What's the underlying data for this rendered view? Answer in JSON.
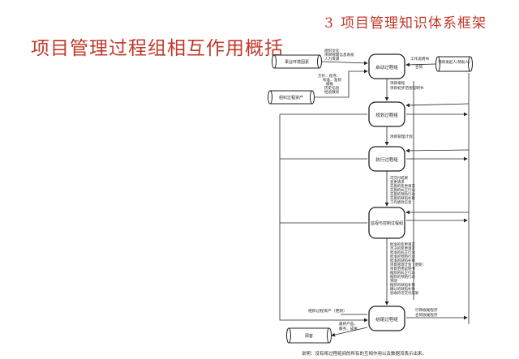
{
  "header": {
    "section_number": "3",
    "section_title": "项目管理知识体系框架"
  },
  "title": "项目管理过程组相互作用概括",
  "nodes": {
    "enterprise_env": "事业环境因素",
    "org_assets": "组织过程资产",
    "org_assets_update": "组织过程资产（更新）",
    "customer": "顾客",
    "project_initiator": "项目发起人(赞助人)",
    "initiating": "启动过程组",
    "planning": "规划过程组",
    "executing": "执行过程组",
    "monitoring": "监视与控制过程组",
    "closing": "结尾过程组"
  },
  "labels": {
    "env_inputs": [
      "组织文化",
      "项目管理信息系统",
      "人力资源"
    ],
    "asset_inputs": [
      "方针、程序、",
      "标准、准则",
      "模板",
      "历史信息",
      "经验教训"
    ],
    "initiator_inputs": [
      "工作说明书",
      "合同"
    ],
    "initiating_out": [
      "项目章程",
      "项目初步范围说明书"
    ],
    "planning_out": [
      "项目管理计划"
    ],
    "executing_out": [
      "可交付成果",
      "变更请求",
      "实施的变更请求",
      "实施的纠正行动",
      "实施的预防行动",
      "实施的缺陷补救",
      "工作绩效信息"
    ],
    "monitoring_out": [
      "批准的变更请求",
      "否决的变更请求",
      "批准的纠正行动",
      "批准的预防行动",
      "批准的缺陷补救",
      "项目管理计划（更新）",
      "项目范围说明书",
      "推荐的纠正行动",
      "推荐的预防行动",
      "预测",
      "推荐的缺陷补救",
      "确认的缺陷补救",
      "验收的可交付成果"
    ],
    "closing_out": [
      "行政收尾程序",
      "合同收尾程序"
    ],
    "final_product": [
      "最终产品、",
      "服务、成果"
    ]
  },
  "footnote": "说明：没有将过程组间的所有的互相作用以及数据流表示出来。"
}
